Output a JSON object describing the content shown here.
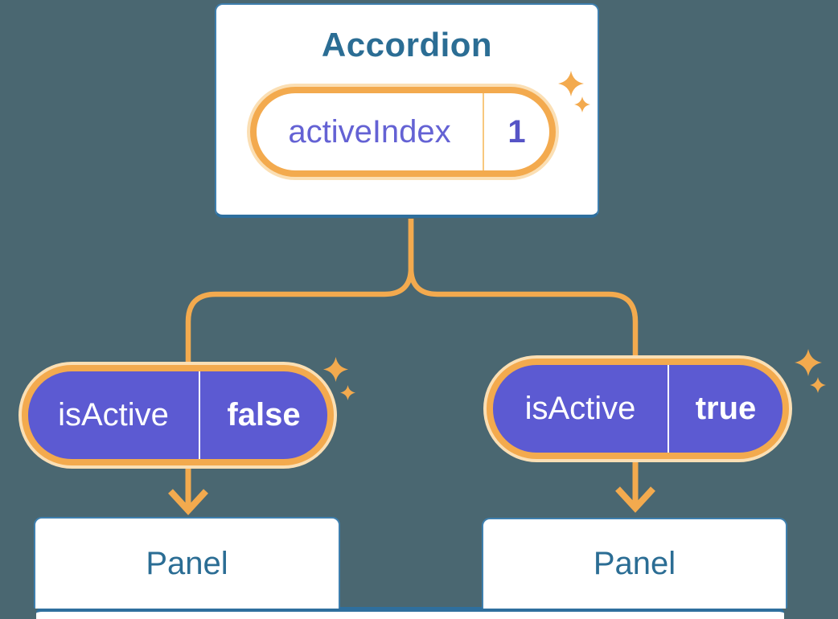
{
  "diagram": {
    "description": "React lifting-state diagram: Accordion parent holds activeIndex state passed to two Panels as isActive",
    "root": {
      "title": "Accordion",
      "state": {
        "name": "activeIndex",
        "value": "1"
      }
    },
    "branches": [
      {
        "prop": {
          "name": "isActive",
          "value": "false"
        },
        "child_label": "Panel"
      },
      {
        "prop": {
          "name": "isActive",
          "value": "true"
        },
        "child_label": "Panel"
      }
    ]
  },
  "colors": {
    "background": "#4A6771",
    "card_border": "#3E7FAE",
    "card_border_dark": "#2E6F9E",
    "heading_text": "#2B6D94",
    "connector_orange": "#F3AA4E",
    "pill_glow": "#FBDFB4",
    "pill_divider_orange": "#F8C87E",
    "pill_purple": "#5C5AD2",
    "prop_name_purple": "#6462D4",
    "prop_value_purple": "#5654C6"
  },
  "icons": {
    "sparkles": "sparkle-icon",
    "arrows": "arrow-down-icon"
  }
}
